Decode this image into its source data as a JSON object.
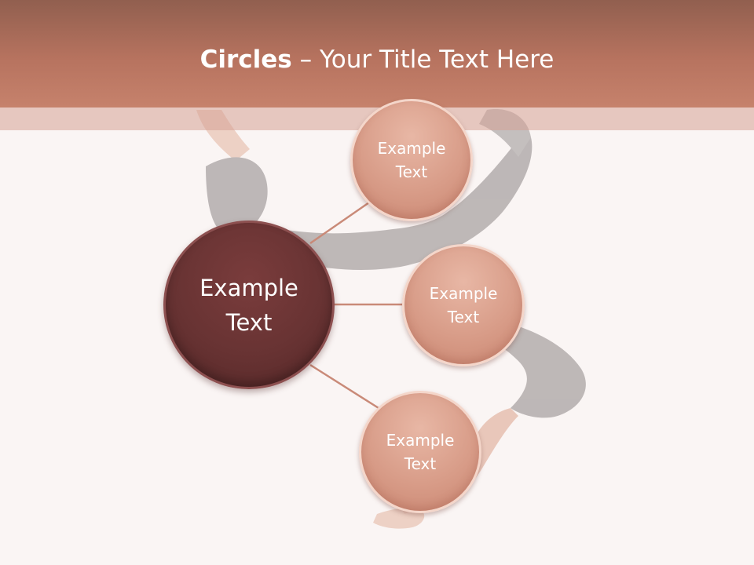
{
  "slide": {
    "title_bold": "Circles",
    "title_rest": " – Your Title Text Here"
  },
  "diagram": {
    "center": {
      "label": "Example Text"
    },
    "nodes": [
      {
        "label": "Example Text"
      },
      {
        "label": "Example Text"
      },
      {
        "label": "Example Text"
      }
    ]
  },
  "colors": {
    "header": "#b7735f",
    "center_fill": "#683333",
    "node_fill": "#d89c88",
    "connector": "#c98a78",
    "background": "#faf5f4"
  }
}
